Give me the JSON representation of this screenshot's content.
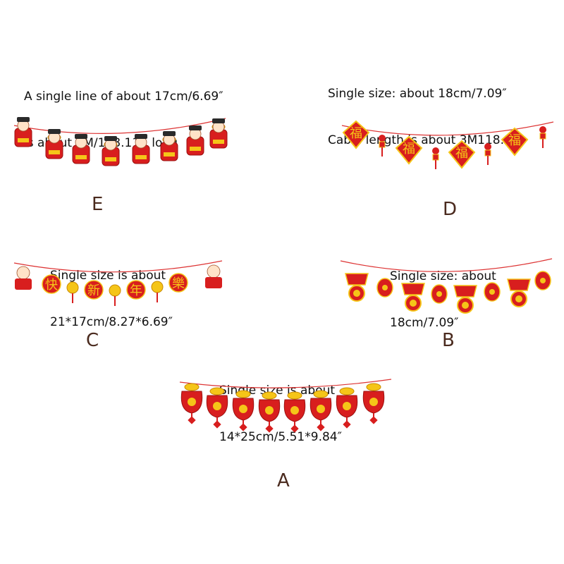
{
  "colors": {
    "red": "#d81e1e",
    "gold": "#f5c518",
    "dark_red": "#9b1010",
    "string": "#d33"
  },
  "panels": [
    {
      "id": "E",
      "letter": "E",
      "caption_lines": [
        "A single line of about 17cm/6.69″",
        "is about 3M/118.11″  long"
      ]
    },
    {
      "id": "D",
      "letter": "D",
      "caption_lines": [
        "Single size: about 18cm/7.09″",
        "Cable length is about 3M118.11″"
      ]
    },
    {
      "id": "C",
      "letter": "C",
      "caption_lines": [
        "Single size is about",
        "21*17cm/8.27*6.69″"
      ],
      "chars": [
        "快",
        "新",
        "年",
        "樂"
      ]
    },
    {
      "id": "B",
      "letter": "B",
      "caption_lines": [
        "Single size: about",
        "18cm/7.09″"
      ]
    },
    {
      "id": "A",
      "letter": "A",
      "caption_lines": [
        "Single size is about",
        "14*25cm/5.51*9.84″"
      ]
    }
  ]
}
